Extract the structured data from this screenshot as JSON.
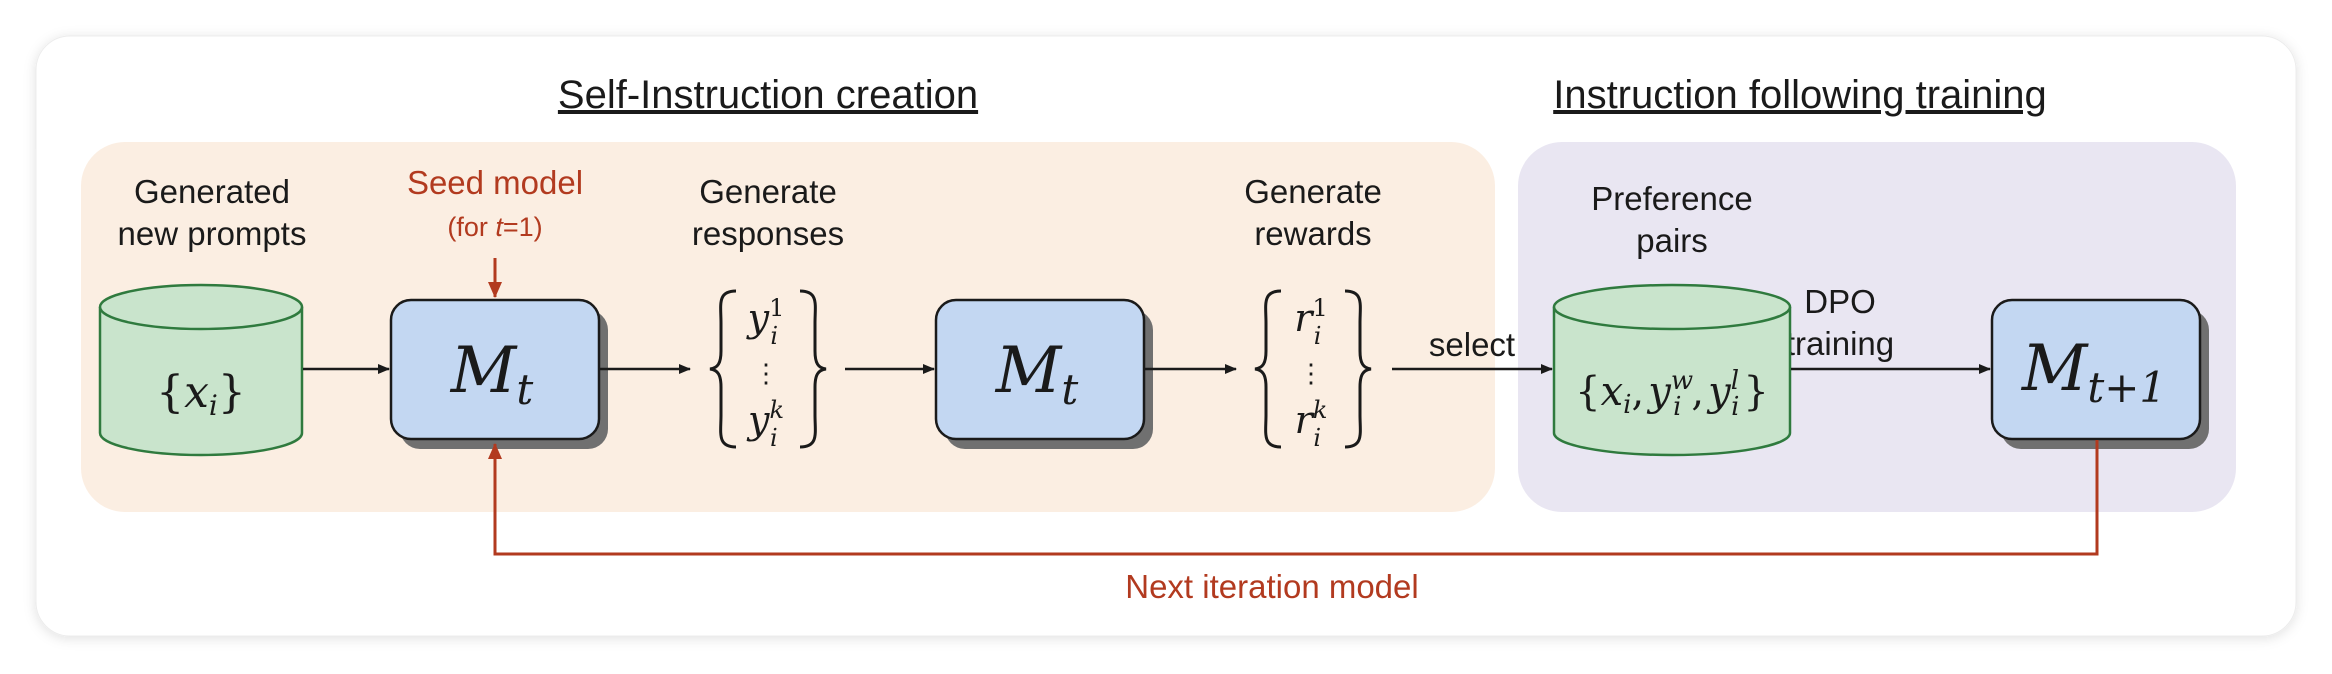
{
  "headings": {
    "left": "Self-Instruction creation",
    "right": "Instruction following training"
  },
  "captions": {
    "generated_prompts_line1": "Generated",
    "generated_prompts_line2": "new prompts",
    "seed_model": "Seed model",
    "seed_model_note_prefix": "(for ",
    "seed_model_note_var": "t",
    "seed_model_note_suffix": "=1)",
    "generate_responses_line1": "Generate",
    "generate_responses_line2": "responses",
    "generate_rewards_line1": "Generate",
    "generate_rewards_line2": "rewards",
    "select": "select",
    "preference_pairs_line1": "Preference",
    "preference_pairs_line2": "pairs",
    "dpo_line1": "DPO",
    "dpo_line2": "training",
    "next_iteration": "Next iteration model"
  },
  "nodes": {
    "prompts_db": {
      "open": "{",
      "var": "x",
      "sub": "i",
      "close": "}"
    },
    "model_1": {
      "var": "M",
      "sub": "t"
    },
    "responses": {
      "first_var": "y",
      "first_sub": "i",
      "first_sup": "1",
      "dots": "⋮",
      "last_var": "y",
      "last_sub": "i",
      "last_sup": "k"
    },
    "model_2": {
      "var": "M",
      "sub": "t"
    },
    "rewards": {
      "first_var": "r",
      "first_sub": "i",
      "first_sup": "1",
      "dots": "⋮",
      "last_var": "r",
      "last_sub": "i",
      "last_sup": "k"
    },
    "pairs_db": {
      "open": "{",
      "x": "x",
      "x_sub": "i",
      "y": "y",
      "yw_sub": "i",
      "yw_sup": "w",
      "yl_sub": "i",
      "yl_sup": "l",
      "comma": ",",
      "close": "}"
    },
    "model_next": {
      "var": "M",
      "sub": "t+1"
    }
  },
  "colors": {
    "left_panel": "#fbeee2",
    "right_panel": "#e9e6f2",
    "cylinder_fill": "#c9e4cc",
    "cylinder_stroke": "#2f7a3e",
    "model_fill": "#c3d7f2",
    "accent_red": "#b23a1f"
  }
}
